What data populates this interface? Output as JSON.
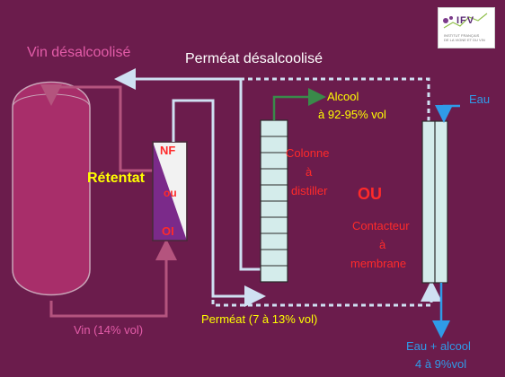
{
  "logo": {
    "brand": "IFV",
    "line1": "INSTITUT FRANÇAIS",
    "line2": "DE LA VIGNE ET DU VIN"
  },
  "labels": {
    "vin_desalcoolise": "Vin désalcoolisé",
    "permeat_desalcoolise": "Perméat désalcoolisé",
    "alcool_line1": "Alcool",
    "alcool_line2": "à 92-95% vol",
    "eau": "Eau",
    "retentat": "Rétentat",
    "nf": "NF",
    "ou_small": "ou",
    "oi": "OI",
    "colonne_line1": "Colonne",
    "colonne_line2": "à",
    "colonne_line3": "distiller",
    "ou_big": "OU",
    "contacteur_line1": "Contacteur",
    "contacteur_line2": "à",
    "contacteur_line3": "membrane",
    "permeat": "Perméat (7 à 13% vol)",
    "vin": "Vin (14% vol)",
    "eau_alcool_line1": "Eau + alcool",
    "eau_alcool_line2": "4 à 9%vol"
  },
  "colors": {
    "background": "#6b1c4c",
    "tank": "#a82e6a",
    "wine_flow": "#b4547e",
    "permeate_flow": "#cfe0f2",
    "membrane_light": "#f2f2f2",
    "membrane_dark": "#7b2a8a",
    "column_fill": "#d4eceb",
    "red_text": "#ff2a2a",
    "yellow_text": "#ffff00",
    "pink_text": "#e35ca8",
    "blue_text": "#2f9be8",
    "alcohol_arrow": "#3a8a4a"
  }
}
